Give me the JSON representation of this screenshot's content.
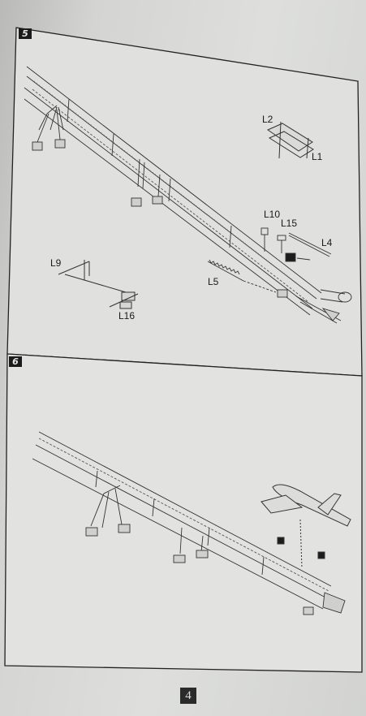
{
  "steps": [
    {
      "number": "5",
      "parts": [
        "L2",
        "L1",
        "L10",
        "L15",
        "L4",
        "L5",
        "L9",
        "L16"
      ]
    },
    {
      "number": "6",
      "parts": []
    }
  ],
  "page_number": "4"
}
